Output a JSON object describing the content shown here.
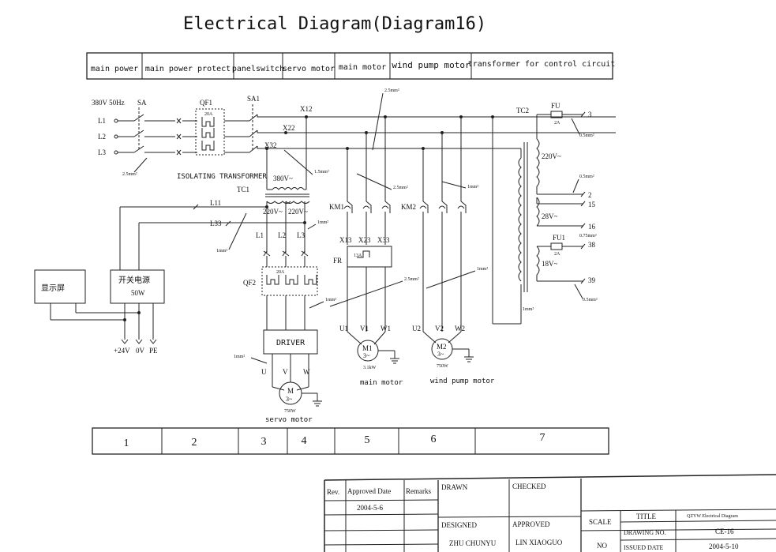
{
  "title": "Electrical Diagram(Diagram16)",
  "header_sections": [
    "main power",
    "main power protect",
    "panelswitch",
    "servo motor",
    "main motor",
    "wind pump motor",
    "transformer for control circuit"
  ],
  "footer_numbers": [
    "1",
    "2",
    "3",
    "4",
    "5",
    "6",
    "7"
  ],
  "labels": {
    "supply": "380V 50Hz",
    "sa": "SA",
    "l1": "L1",
    "l2": "L2",
    "l3": "L3",
    "qf1": "QF1",
    "qf1_rating": "20A",
    "sa1": "SA1",
    "x12": "X12",
    "x22": "X22",
    "x32": "X32",
    "wire_25": "2.5mm²",
    "wire_25_b": "2.5mm²",
    "wire_25_c": "2.5mm²",
    "wire_15": "1.5mm²",
    "wire_1a": "1mm²",
    "wire_1b": "1mm²",
    "wire_1c": "1mm²",
    "wire_1d": "1mm²",
    "wire_1e": "1mm²",
    "wire_1f": "1mm²",
    "wire_1g": "1mm²",
    "wire_25_d": "2.5mm²",
    "isolating": "ISOLATING TRANSFORMER",
    "v380": "380V~",
    "tc1": "TC1",
    "v220a": "220V~",
    "v220b": "220V~",
    "l11": "L11",
    "l33": "L33",
    "tl1": "L1",
    "tl2": "L2",
    "tl3": "L3",
    "qf2": "QF2",
    "qf2_rating": "20A",
    "driver": "DRIVER",
    "u": "U",
    "v": "V",
    "w": "W",
    "m_servo": "M",
    "m_servo_phase": "3~",
    "servo_power": "750W",
    "servo_motor": "servo motor",
    "km1": "KM1",
    "km2": "KM2",
    "x13": "X13",
    "x23": "X23",
    "x33": "X33",
    "fr": "FR",
    "fr_rating": "13A",
    "u1": "U1",
    "v1": "V1",
    "w1": "W1",
    "u2": "U2",
    "v2": "V2",
    "w2": "W2",
    "m1": "M1",
    "m1_phase": "3~",
    "m1_power": "3.1kW",
    "m2": "M2",
    "m2_phase": "3~",
    "m2_power": "750W",
    "main_motor": "main motor",
    "wind_pump_motor": "wind pump motor",
    "display": "显示屏",
    "psu": "开关电源",
    "psu_power": "50W",
    "p24": "+24V",
    "p0": "0V",
    "pe": "PE",
    "tc2": "TC2",
    "fu": "FU",
    "fu_rating": "2A",
    "t3": "3",
    "t2": "2",
    "t15": "15",
    "t16": "16",
    "t38": "38",
    "t39": "39",
    "v220c": "220V~",
    "v28": "28V~",
    "v18": "18V~",
    "fu1": "FU1",
    "fu1_rating": "2A",
    "wire_05a": "0.5mm²",
    "wire_05b": "0.5mm²",
    "wire_075": "0.75mm²",
    "wire_05c": "0.5mm²"
  },
  "title_block": {
    "rev": "Rev.",
    "approved_date": "Approved Date",
    "remarks": "Remarks",
    "date_value": "2004-5-6",
    "drawn": "DRAWN",
    "checked": "CHECKED",
    "designed": "DESIGNED",
    "approved": "APPROVED",
    "designer": "ZHU CHUNYU",
    "approver": "LIN XIAOGUO",
    "scale": "SCALE",
    "no": "NO",
    "title_label": "TITLE",
    "title_value": "QZYW Electrical Diagram",
    "drawing_no_label": "DRAWING NO.",
    "drawing_no_value": "CE-16",
    "issued_label": "ISSUED DATE",
    "issued_value": "2004-5-10"
  }
}
